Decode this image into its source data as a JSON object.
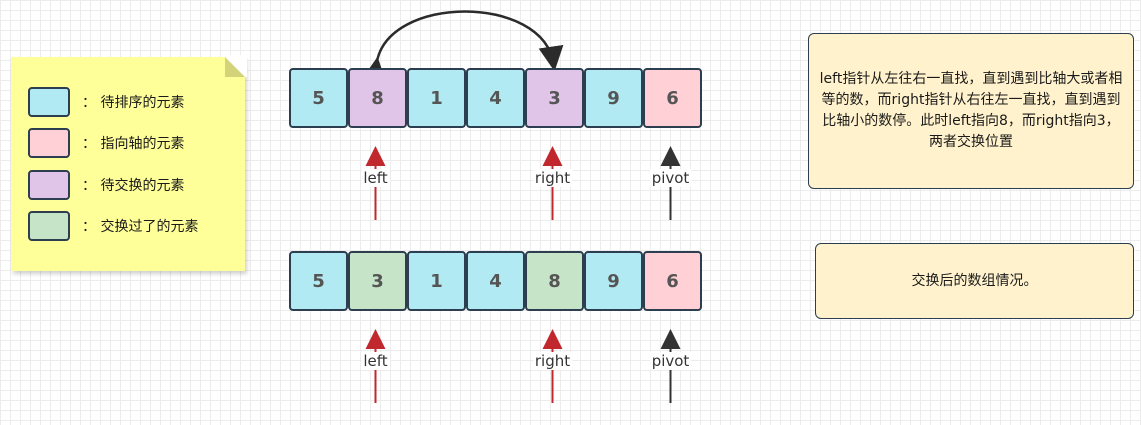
{
  "legend": {
    "items": [
      {
        "label": "： 待排序的元素",
        "color": "#b1eaf2"
      },
      {
        "label": "： 指向轴的元素",
        "color": "#ffd0d6"
      },
      {
        "label": "： 待交换的元素",
        "color": "#e1c5e9"
      },
      {
        "label": "： 交换过了的元素",
        "color": "#c6e5c8"
      }
    ]
  },
  "rows": [
    {
      "cells": [
        {
          "value": "5",
          "color": "#b1eaf2"
        },
        {
          "value": "8",
          "color": "#e1c5e9"
        },
        {
          "value": "1",
          "color": "#b1eaf2"
        },
        {
          "value": "4",
          "color": "#b1eaf2"
        },
        {
          "value": "3",
          "color": "#e1c5e9"
        },
        {
          "value": "9",
          "color": "#b1eaf2"
        },
        {
          "value": "6",
          "color": "#ffd0d6"
        }
      ],
      "pointers": [
        {
          "label": "left",
          "index": 1,
          "color": "#c0282d"
        },
        {
          "label": "right",
          "index": 4,
          "color": "#c0282d"
        },
        {
          "label": "pivot",
          "index": 6,
          "color": "#333333"
        }
      ],
      "swap_arc": {
        "from_index": 1,
        "to_index": 4
      }
    },
    {
      "cells": [
        {
          "value": "5",
          "color": "#b1eaf2"
        },
        {
          "value": "3",
          "color": "#c6e5c8"
        },
        {
          "value": "1",
          "color": "#b1eaf2"
        },
        {
          "value": "4",
          "color": "#b1eaf2"
        },
        {
          "value": "8",
          "color": "#c6e5c8"
        },
        {
          "value": "9",
          "color": "#b1eaf2"
        },
        {
          "value": "6",
          "color": "#ffd0d6"
        }
      ],
      "pointers": [
        {
          "label": "left",
          "index": 1,
          "color": "#c0282d"
        },
        {
          "label": "right",
          "index": 4,
          "color": "#c0282d"
        },
        {
          "label": "pivot",
          "index": 6,
          "color": "#333333"
        }
      ]
    }
  ],
  "notes": {
    "top": "left指针从左往右一直找，直到遇到比轴大或者相等的数，而right指针从右往左一直找，直到遇到比轴小的数停。此时left指向8，而right指向3，两者交换位置",
    "bottom": "交换后的数组情况。"
  }
}
